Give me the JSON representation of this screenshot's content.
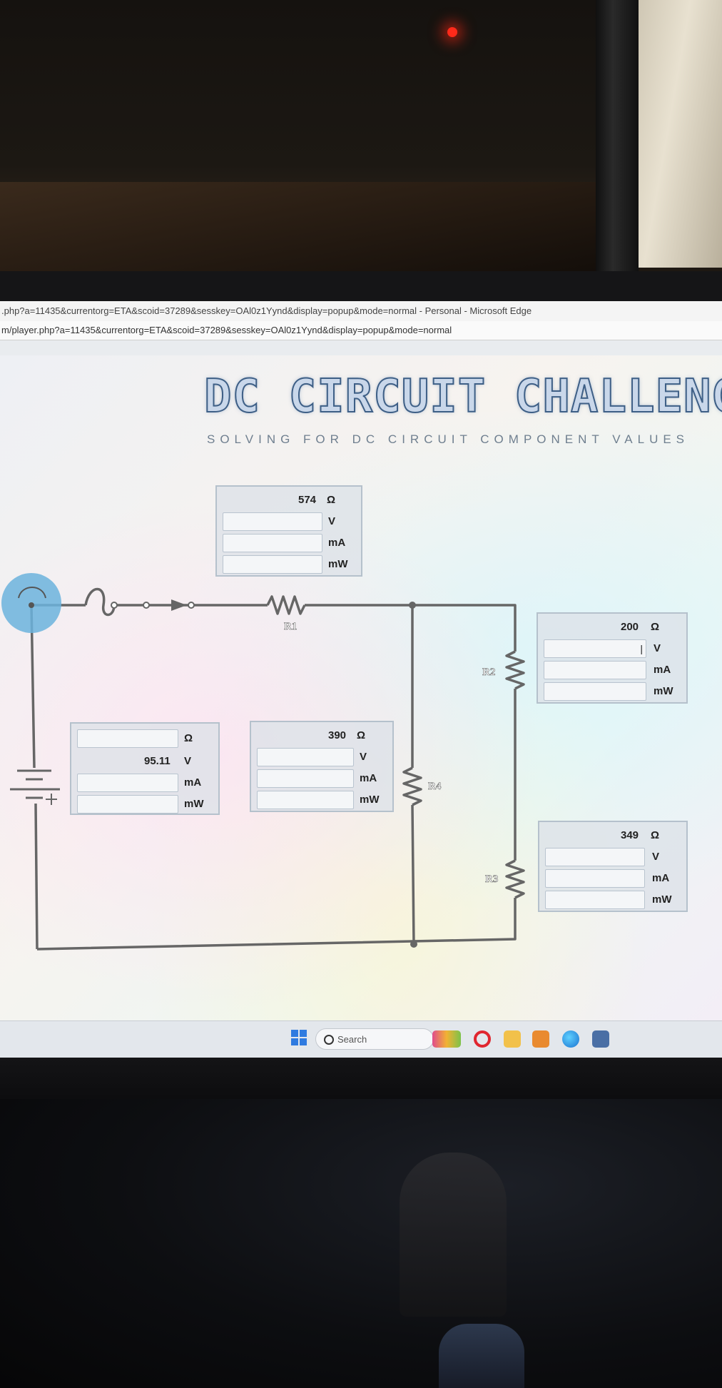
{
  "browser": {
    "title_bar": ".php?a=11435&currentorg=ETA&scoid=37289&sesskey=OAl0z1Yynd&display=popup&mode=normal - Personal - Microsoft Edge",
    "address": "m/player.php?a=11435&currentorg=ETA&scoid=37289&sesskey=OAl0z1Yynd&display=popup&mode=normal"
  },
  "page": {
    "title": "DC CIRCUIT CHALLENGE",
    "subtitle": "SOLVING FOR DC CIRCUIT COMPONENT VALUES"
  },
  "units": {
    "ohm": "Ω",
    "volt": "V",
    "milliamp": "mA",
    "milliwatt": "mW"
  },
  "circuit": {
    "labels": {
      "r1": "R1",
      "r2": "R2",
      "r3": "R3",
      "r4": "R4"
    },
    "source": {
      "resistance": "",
      "voltage": "95.11",
      "current": "",
      "power": ""
    },
    "r1": {
      "resistance": "574",
      "voltage": "",
      "current": "",
      "power": ""
    },
    "r2": {
      "resistance": "200",
      "voltage": "|",
      "current": "",
      "power": ""
    },
    "r3": {
      "resistance": "349",
      "voltage": "",
      "current": "",
      "power": ""
    },
    "r4": {
      "resistance": "390",
      "voltage": "",
      "current": "",
      "power": ""
    }
  },
  "taskbar": {
    "search_placeholder": "Search"
  },
  "colors": {
    "wire": "#666666",
    "accent_blue": "#2f7be0",
    "switch_highlight": "#6bb3dd"
  }
}
